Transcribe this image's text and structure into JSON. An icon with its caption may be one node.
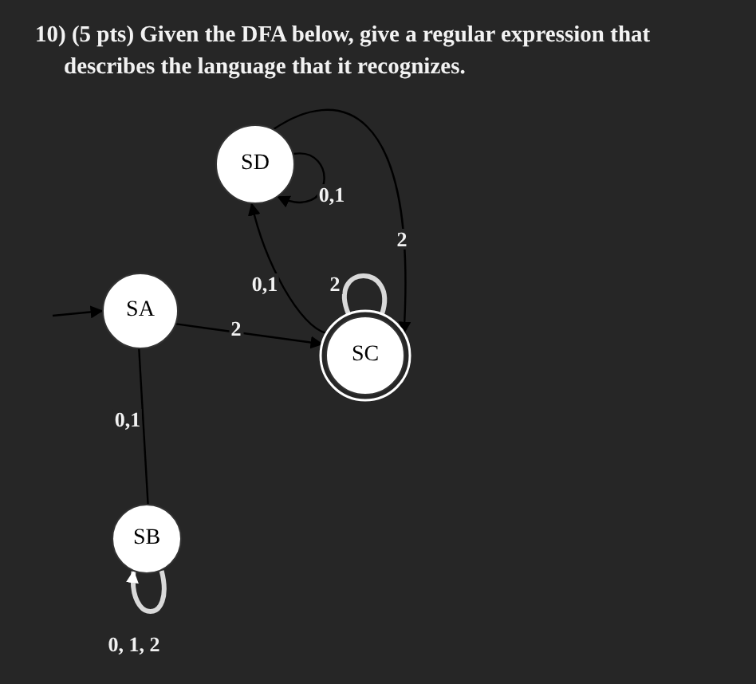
{
  "diagram": {
    "title": "10) (5 pts) Given the DFA below, give a regular expression that describes the language that it recognizes.",
    "nodes": [
      {
        "text": [
          "SA"
        ]
      },
      {
        "text": [
          "SD"
        ]
      },
      {
        "text": [
          "SC"
        ]
      },
      {
        "text": [
          "SB"
        ]
      }
    ],
    "edges": [
      {
        "from": null,
        "to": 0,
        "arrow": "to"
      },
      {
        "from": 0,
        "to": 3,
        "label": "0,1",
        "arrow": "none"
      },
      {
        "from": 0,
        "to": 2,
        "label": "2",
        "arrow": "to"
      },
      {
        "from": 2,
        "to": 1,
        "label": "0,1",
        "arrow": "to"
      },
      {
        "from": 1,
        "to": 2,
        "label": "2",
        "arrow": "to"
      },
      {
        "from": 1,
        "to": 1,
        "label": "0,1",
        "arrow": "to"
      },
      {
        "from": 2,
        "to": 2,
        "label": "2",
        "arrow": "none",
        "style": "thick",
        "color": "#d9d9d9"
      },
      {
        "from": 3,
        "to": 3,
        "label": "0, 1, 2",
        "arrow": "to",
        "style": "thick",
        "color": "#d9d9d9"
      }
    ]
  }
}
